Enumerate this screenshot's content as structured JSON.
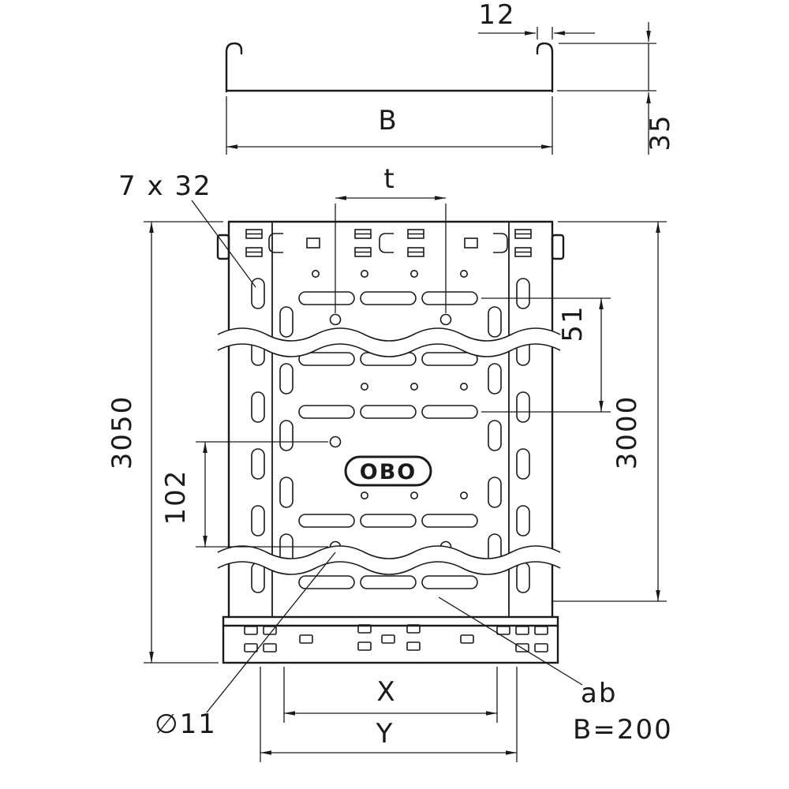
{
  "drawing": {
    "type": "technical-drawing",
    "subject": "perforated cable tray with end coupler, section and plan view",
    "logo_text": "OBO",
    "labels": {
      "flange_width": "12",
      "width": "B",
      "height": "35",
      "slot_size": "7 x 32",
      "hole_pitch": "t",
      "pitch_51": "51",
      "total_length": "3050",
      "length": "3000",
      "pitch_102": "102",
      "hole_diameter": "∅11",
      "dim_x": "X",
      "dim_y": "Y",
      "note_ab": "ab",
      "note_b200": "B=200"
    },
    "colors": {
      "line": "#1a1a1a",
      "background": "#ffffff"
    }
  }
}
